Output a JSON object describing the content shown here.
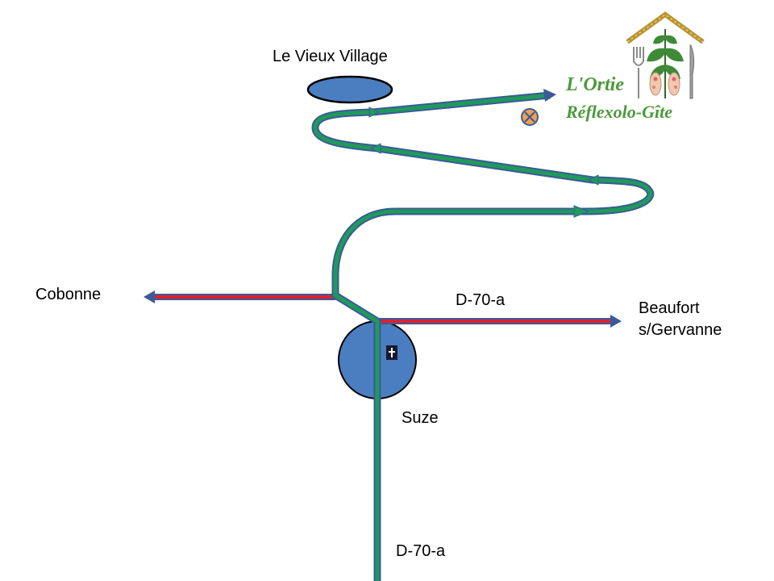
{
  "labels": {
    "vieux_village": "Le Vieux Village",
    "cobonne": "Cobonne",
    "road_top": "D-70-a",
    "beaufort_line1": "Beaufort",
    "beaufort_line2": "s/Gervanne",
    "suze": "Suze",
    "road_bottom": "D-70-a"
  },
  "logo": {
    "line1": "L'Ortie",
    "line2": "Réflexolo-Gîte"
  },
  "colors": {
    "route_green": "#1f9a5a",
    "route_outline": "#3b5a9a",
    "road_red": "#e0202a",
    "road_outline": "#3b5a9a",
    "village_blue": "#4a7ec0",
    "marker_orange": "#f0a050",
    "logo_green": "#4a9a3a"
  },
  "icons": {
    "church": "church-icon",
    "destination": "destination-marker-icon",
    "logo_house": "house-roof-icon"
  }
}
